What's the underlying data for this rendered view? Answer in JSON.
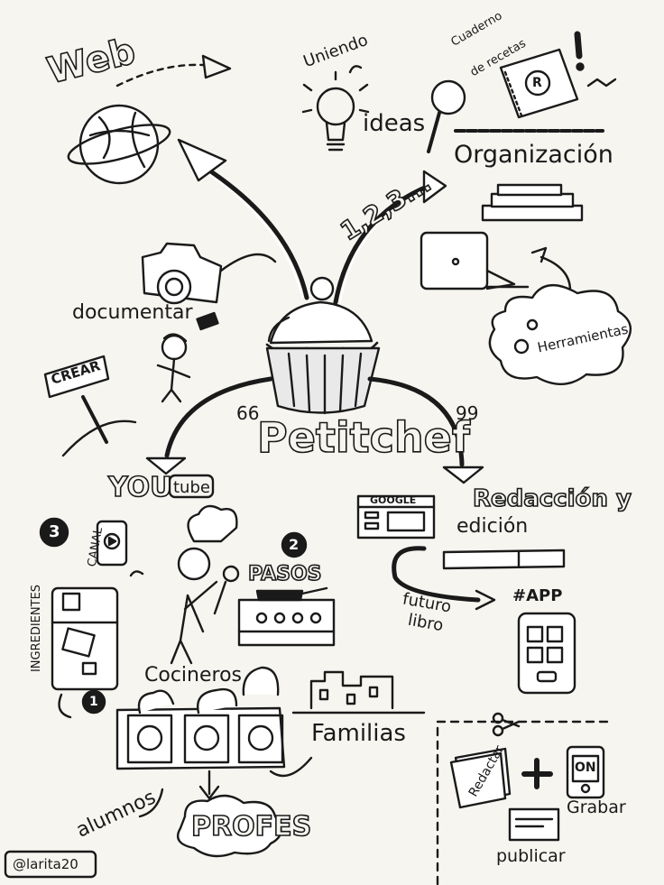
{
  "labels": {
    "web": "Web",
    "uniendo": "Uniendo",
    "ideas": "ideas",
    "cuaderno": "Cuaderno",
    "de_recetas": "de recetas",
    "recipe_badge": "R",
    "organizacion": "Organización",
    "one_two_three": "1,2,3...",
    "documentar": "documentar",
    "crear": "CREAR",
    "herramientas": "Herramientas",
    "title": "Petitchef",
    "open_quote": "66",
    "close_quote": "99",
    "youtube_you": "YOU",
    "youtube_tube": "tube",
    "canal": "CANAL",
    "num_3": "3",
    "num_2": "2",
    "num_1": "1",
    "pasos": "PASOS",
    "ingredientes": "INGREDIENTES",
    "cocineros": "Cocineros",
    "familias": "Familias",
    "alumnos": "alumnos",
    "profes": "PROFES",
    "google": "GOOGLE",
    "redaccion": "Redacción y",
    "edicion": "edición",
    "futuro": "futuro",
    "libro": "libro",
    "app": "#APP",
    "redactar": "Redactar",
    "plus": "+",
    "on": "ON",
    "grabar": "Grabar",
    "publicar": "publicar",
    "signature": "@larita20"
  }
}
